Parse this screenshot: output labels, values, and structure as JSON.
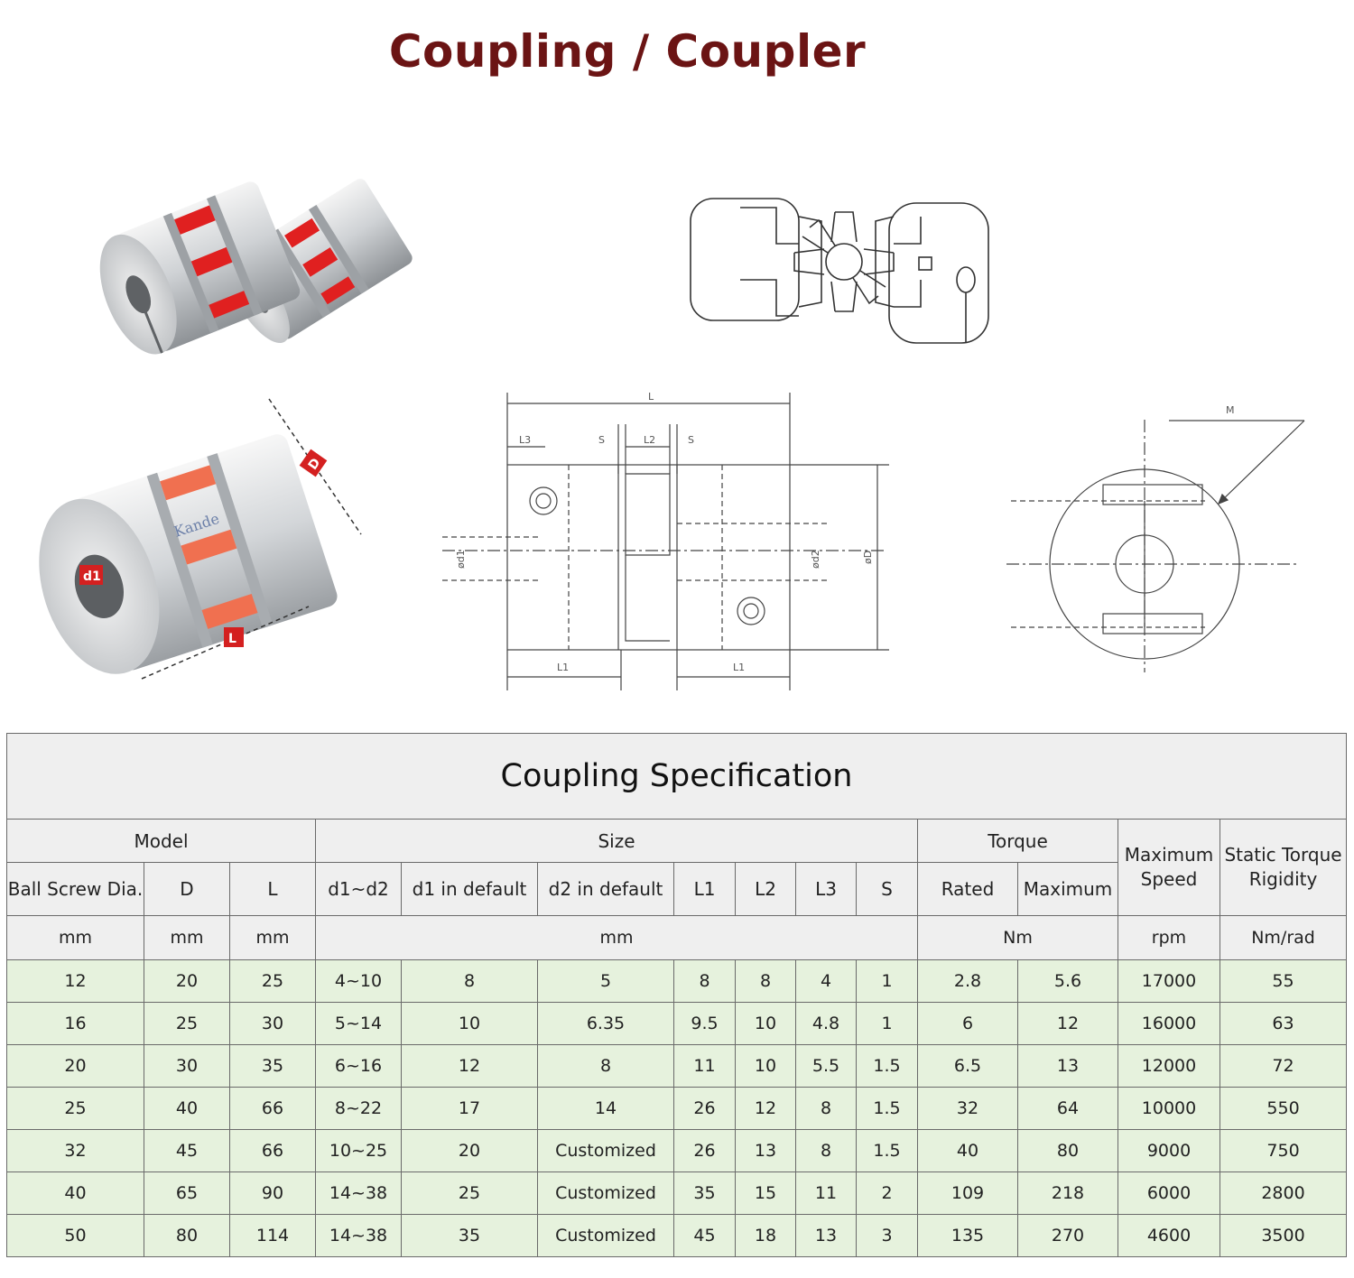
{
  "page": {
    "title": "Coupling / Coupler"
  },
  "illustrations": {
    "product_photo_single_labels": {
      "d1": "d1",
      "D": "D",
      "L": "L",
      "brand": "Kande"
    },
    "side_drawing_labels": {
      "L": "L",
      "L3": "L3",
      "S": "S",
      "L2": "L2",
      "d1": "ød1",
      "d2": "ød2",
      "D": "øD",
      "L1": "L1"
    },
    "end_drawing_labels": {
      "M": "M"
    }
  },
  "spec_table": {
    "caption": "Coupling Specification",
    "groups": {
      "model": "Model",
      "size": "Size",
      "torque": "Torque",
      "max_speed": "Maximum Speed",
      "static_torque_rigidity": "Static Torque Rigidity"
    },
    "columns": [
      "Ball Screw Dia.",
      "D",
      "L",
      "d1~d2",
      "d1 in default",
      "d2 in default",
      "L1",
      "L2",
      "L3",
      "S",
      "Rated",
      "Maximum"
    ],
    "units": {
      "model_ball": "mm",
      "model_d": "mm",
      "model_l": "mm",
      "size": "mm",
      "torque": "Nm",
      "speed": "rpm",
      "rigidity": "Nm/rad"
    },
    "rows": [
      [
        "12",
        "20",
        "25",
        "4~10",
        "8",
        "5",
        "8",
        "8",
        "4",
        "1",
        "2.8",
        "5.6",
        "17000",
        "55"
      ],
      [
        "16",
        "25",
        "30",
        "5~14",
        "10",
        "6.35",
        "9.5",
        "10",
        "4.8",
        "1",
        "6",
        "12",
        "16000",
        "63"
      ],
      [
        "20",
        "30",
        "35",
        "6~16",
        "12",
        "8",
        "11",
        "10",
        "5.5",
        "1.5",
        "6.5",
        "13",
        "12000",
        "72"
      ],
      [
        "25",
        "40",
        "66",
        "8~22",
        "17",
        "14",
        "26",
        "12",
        "8",
        "1.5",
        "32",
        "64",
        "10000",
        "550"
      ],
      [
        "32",
        "45",
        "66",
        "10~25",
        "20",
        "Customized",
        "26",
        "13",
        "8",
        "1.5",
        "40",
        "80",
        "9000",
        "750"
      ],
      [
        "40",
        "65",
        "90",
        "14~38",
        "25",
        "Customized",
        "35",
        "15",
        "11",
        "2",
        "109",
        "218",
        "6000",
        "2800"
      ],
      [
        "50",
        "80",
        "114",
        "14~38",
        "35",
        "Customized",
        "45",
        "18",
        "13",
        "3",
        "135",
        "270",
        "4600",
        "3500"
      ]
    ]
  },
  "colors": {
    "title": "#6b1414",
    "header_bg": "#efefef",
    "data_bg": "#e6f2dd",
    "spider_red": "#e02020"
  }
}
